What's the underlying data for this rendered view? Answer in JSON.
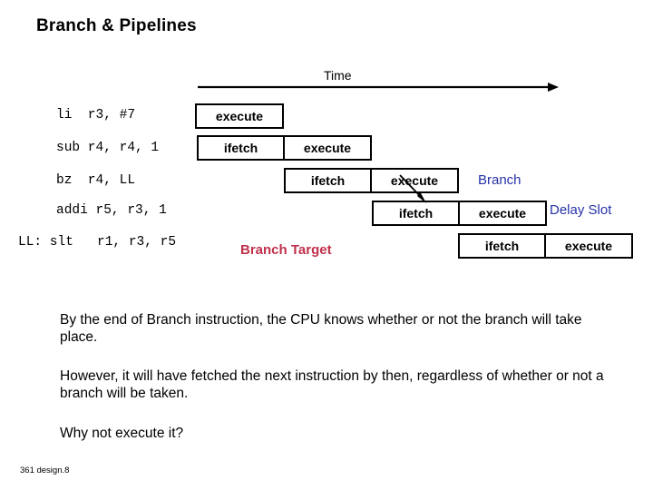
{
  "slide": {
    "title": "Branch & Pipelines",
    "footer": "361 design.8"
  },
  "timeline": {
    "label": "Time",
    "arrow_icon": "right-arrow-icon"
  },
  "instructions": [
    {
      "text": "li  r3, #7"
    },
    {
      "text": "sub r4, r4, 1"
    },
    {
      "text": "bz  r4, LL"
    },
    {
      "text": "addi r5, r3, 1"
    },
    {
      "text": "LL: slt   r1, r3, r5"
    }
  ],
  "pipeline": {
    "rows": [
      {
        "stages": [
          {
            "label": "execute"
          }
        ]
      },
      {
        "stages": [
          {
            "label": "ifetch"
          },
          {
            "label": "execute"
          }
        ]
      },
      {
        "stages": [
          {
            "label": "ifetch"
          },
          {
            "label": "execute"
          }
        ]
      },
      {
        "stages": [
          {
            "label": "ifetch"
          },
          {
            "label": "execute"
          }
        ]
      },
      {
        "stages": [
          {
            "label": "ifetch"
          },
          {
            "label": "execute"
          }
        ]
      }
    ]
  },
  "annotations": {
    "branch": "Branch",
    "delay_slot": "Delay Slot",
    "branch_target": "Branch Target",
    "branch_arrow_icon": "diagonal-arrow-icon"
  },
  "body": {
    "paragraph1": "By the end of Branch instruction, the CPU knows whether or not the branch will take place.",
    "paragraph2": "However, it will have fetched the next instruction by then, regardless of whether or not a branch will be taken.",
    "paragraph3": "Why not execute it?"
  },
  "colors": {
    "blue_annotation": "#2532a8",
    "red_annotation": "#c0304b",
    "ink": "#000000",
    "background": "#ffffff"
  }
}
